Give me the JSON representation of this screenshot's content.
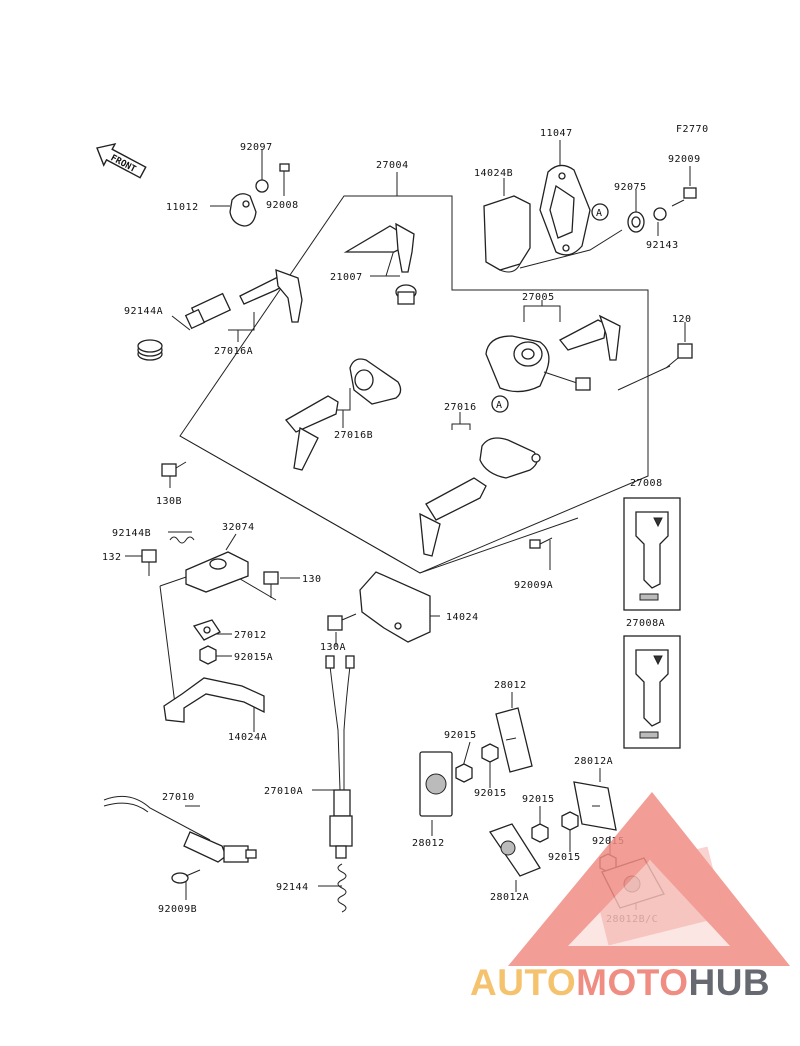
{
  "figure_code": "F2770",
  "front_arrow_label": "FRONT",
  "callout_marker": "A",
  "parts": [
    {
      "id": "p92097",
      "label": "92097"
    },
    {
      "id": "p92008",
      "label": "92008"
    },
    {
      "id": "p11012",
      "label": "11012"
    },
    {
      "id": "p27004",
      "label": "27004"
    },
    {
      "id": "p11047",
      "label": "11047"
    },
    {
      "id": "p14024B",
      "label": "14024B"
    },
    {
      "id": "p92075",
      "label": "92075"
    },
    {
      "id": "p92009",
      "label": "92009"
    },
    {
      "id": "p92143",
      "label": "92143"
    },
    {
      "id": "p21007",
      "label": "21007"
    },
    {
      "id": "p92144A",
      "label": "92144A"
    },
    {
      "id": "p27016A",
      "label": "27016A"
    },
    {
      "id": "p27005",
      "label": "27005"
    },
    {
      "id": "p120",
      "label": "120"
    },
    {
      "id": "p27016",
      "label": "27016"
    },
    {
      "id": "p27016B",
      "label": "27016B"
    },
    {
      "id": "p130B",
      "label": "130B"
    },
    {
      "id": "p27008",
      "label": "27008"
    },
    {
      "id": "p92144B",
      "label": "92144B"
    },
    {
      "id": "p32074",
      "label": "32074"
    },
    {
      "id": "p132",
      "label": "132"
    },
    {
      "id": "p130",
      "label": "130"
    },
    {
      "id": "p92009A",
      "label": "92009A"
    },
    {
      "id": "p14024",
      "label": "14024"
    },
    {
      "id": "p27012",
      "label": "27012"
    },
    {
      "id": "p130A",
      "label": "130A"
    },
    {
      "id": "p92015A",
      "label": "92015A"
    },
    {
      "id": "p27008A",
      "label": "27008A"
    },
    {
      "id": "p28012",
      "label": "28012"
    },
    {
      "id": "p14024A",
      "label": "14024A"
    },
    {
      "id": "p92015a",
      "label": "92015"
    },
    {
      "id": "p92015b",
      "label": "92015"
    },
    {
      "id": "p28012A",
      "label": "28012A"
    },
    {
      "id": "p27010A",
      "label": "27010A"
    },
    {
      "id": "p27010",
      "label": "27010"
    },
    {
      "id": "p92015c",
      "label": "92015"
    },
    {
      "id": "p28012b",
      "label": "28012"
    },
    {
      "id": "p92015d",
      "label": "92015"
    },
    {
      "id": "p92015e",
      "label": "92015"
    },
    {
      "id": "p28012A2",
      "label": "28012A"
    },
    {
      "id": "p92144",
      "label": "92144"
    },
    {
      "id": "p92009B",
      "label": "92009B"
    },
    {
      "id": "p28012BC",
      "label": "28012B/C"
    }
  ],
  "watermark": {
    "part1": "AUTO",
    "part2": "MOTO",
    "part3": "HUB",
    "color1": "#f5c26e",
    "color2": "#f08d83",
    "color3": "#666a70"
  }
}
